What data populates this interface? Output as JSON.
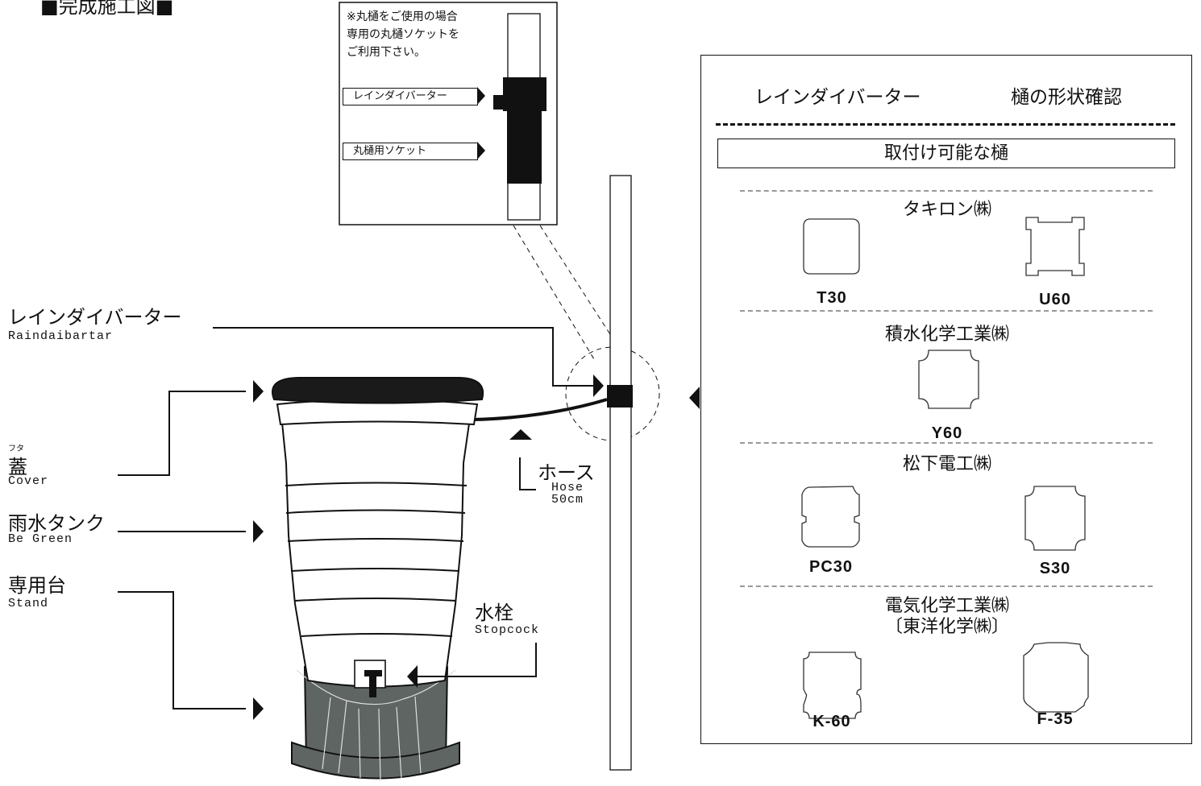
{
  "title": "■完成施工図■",
  "inset": {
    "note": [
      "※丸樋をご使用の場合",
      "専用の丸樋ソケットを",
      "ご利用下さい。"
    ],
    "label_diverter": "レインダイバーター",
    "label_socket": "丸樋用ソケット"
  },
  "callouts": {
    "diverter": {
      "ja": "レインダイバーター",
      "en": "Raindaibartar"
    },
    "cover": {
      "ruby": "フタ",
      "ja": "蓋",
      "en": "Cover"
    },
    "tank": {
      "ja": "雨水タンク",
      "en": "Be Green"
    },
    "stand": {
      "ja": "専用台",
      "en": "Stand"
    },
    "hose": {
      "ja": "ホース",
      "en": "Hose",
      "length": "50cm"
    },
    "stopcock": {
      "ja": "水栓",
      "en": "Stopcock"
    }
  },
  "panel": {
    "heading_left": "レインダイバーター",
    "heading_right": "樋の形状確認",
    "subheading": "取付け可能な樋",
    "makers": [
      {
        "name": "タキロン㈱",
        "models": [
          "T30",
          "U60"
        ]
      },
      {
        "name": "積水化学工業㈱",
        "models": [
          "Y60"
        ]
      },
      {
        "name": "松下電工㈱",
        "models": [
          "PC30",
          "S30"
        ]
      },
      {
        "name": "電気化学工業㈱",
        "name2": "〔東洋化学㈱〕",
        "models": [
          "K-60",
          "F-35"
        ]
      }
    ]
  }
}
